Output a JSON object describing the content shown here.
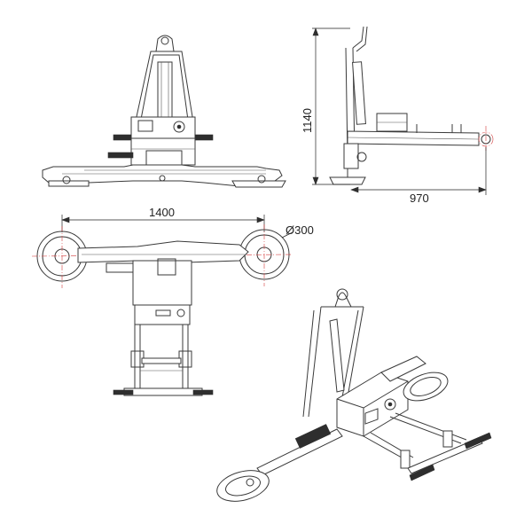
{
  "dimensions": {
    "height": "1140",
    "reach": "970",
    "span": "1400",
    "pad_diameter": "Ø300"
  },
  "colors": {
    "line": "#3a3a3a",
    "centerline": "#d23b3b",
    "dimension": "#222222",
    "grip": "#2e2e2e"
  }
}
